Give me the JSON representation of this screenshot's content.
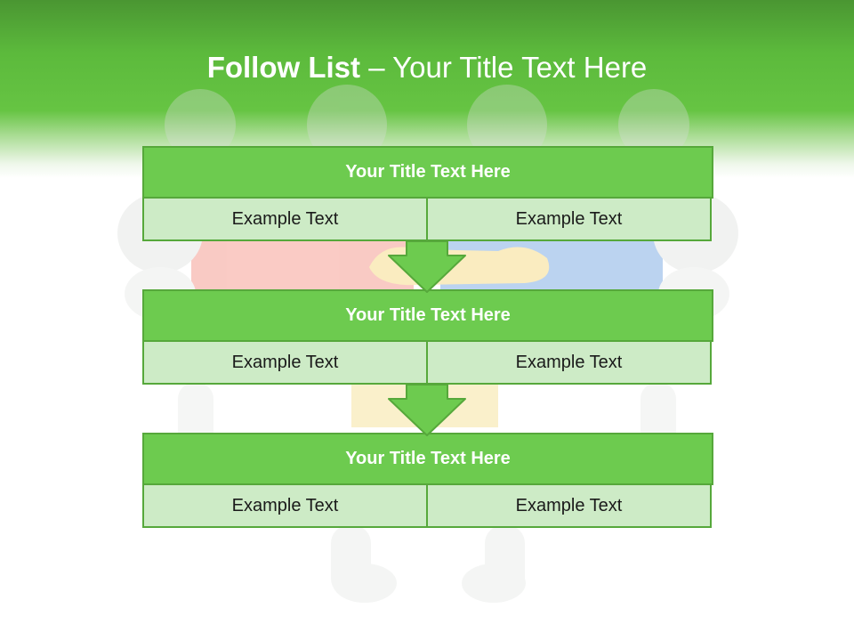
{
  "slide": {
    "title_strong": "Follow List",
    "title_rest": " – Your Title Text Here"
  },
  "blocks": [
    {
      "title": "Your Title Text Here",
      "left": "Example Text",
      "right": "Example Text"
    },
    {
      "title": "Your Title Text Here",
      "left": "Example Text",
      "right": "Example Text"
    },
    {
      "title": "Your Title Text Here",
      "left": "Example Text",
      "right": "Example Text"
    }
  ],
  "colors": {
    "header_green": "#66c443",
    "block_title_fill": "#6dcb4f",
    "block_cell_fill": "#cdebc6",
    "border_green": "#56a83b",
    "arrow_fill": "#6dcb4f"
  }
}
